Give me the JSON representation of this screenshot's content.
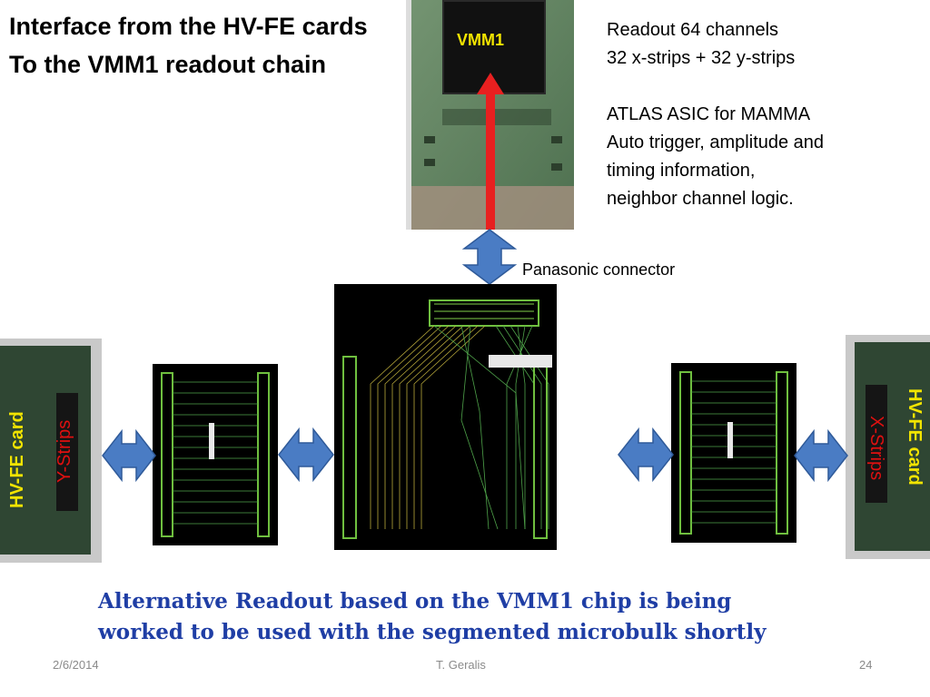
{
  "slide": {
    "title_line1": "Interface from the HV-FE cards",
    "title_line2": "To the VMM1 readout chain",
    "description": [
      "Readout 64 channels",
      "32 x-strips + 32 y-strips",
      "",
      "ATLAS ASIC for MAMMA",
      "Auto trigger, amplitude and",
      "timing information,",
      "neighbor channel logic."
    ],
    "vmm_label": "VMM1",
    "connector_label": "Panasonic connector",
    "left_card": {
      "card_label": "HV-FE card",
      "strips_label": "Y-Strips"
    },
    "right_card": {
      "card_label": "HV-FE card",
      "strips_label": "X-Strips"
    },
    "bottom_line1": "Alternative Readout based on the VMM1 chip is being",
    "bottom_line2": "worked to be used with the segmented microbulk shortly",
    "footer": {
      "date": "2/6/2014",
      "author": "T. Geralis",
      "page": "24"
    },
    "colors": {
      "title": "#000000",
      "bottom_text": "#1f3ea5",
      "vmm_label": "#f2e400",
      "card_label": "#f2e400",
      "strips_label": "#e01010",
      "arrow_blue": "#4a7cc4",
      "red_arrow": "#e82020"
    }
  }
}
